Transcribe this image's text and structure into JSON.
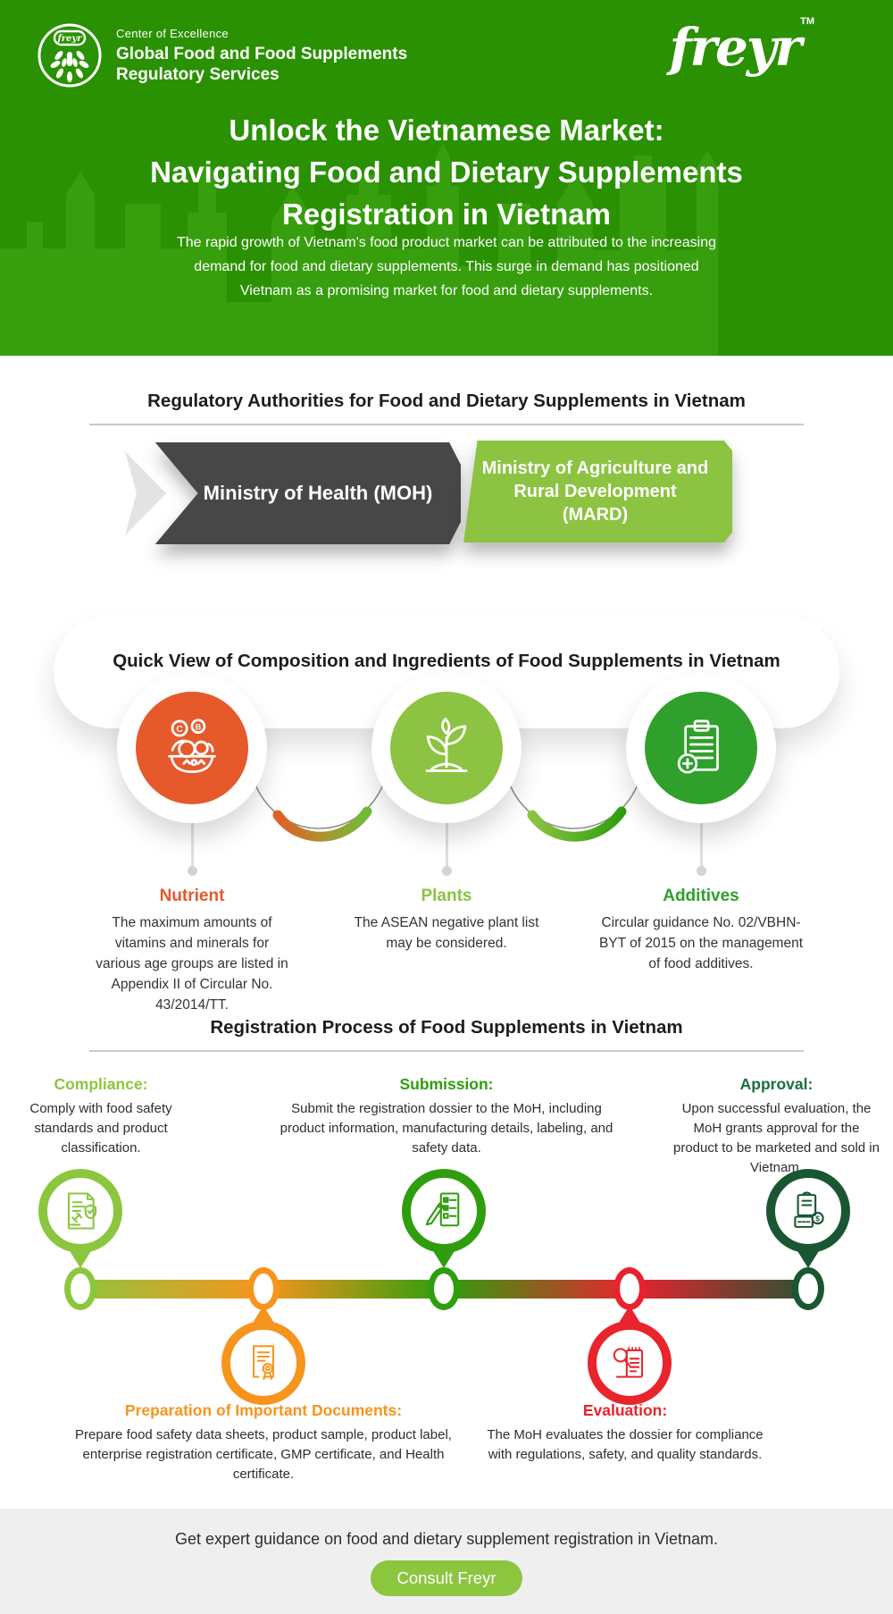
{
  "header": {
    "coe": {
      "line1": "Center of Excellence",
      "line2": "Global Food and Food Supplements",
      "line3": "Regulatory Services"
    },
    "brand": "freyr",
    "brand_tm": "TM",
    "title_line1": "Unlock the Vietnamese Market:",
    "title_line2": "Navigating Food and Dietary Supplements",
    "title_line3": "Registration in Vietnam",
    "intro": "The rapid growth of Vietnam's food product market can be attributed to the increasing demand for food and dietary supplements. This surge in demand has positioned Vietnam as a promising market for food and dietary supplements.",
    "background_color": "#2a9103"
  },
  "authorities": {
    "heading": "Regulatory Authorities for Food and Dietary Supplements in Vietnam",
    "moh": {
      "label": "Ministry of Health (MOH)",
      "color": "#474747"
    },
    "mard": {
      "label": "Ministry of Agriculture and\nRural Development\n(MARD)",
      "color": "#8cc340"
    }
  },
  "composition": {
    "heading": "Quick View of Composition and Ingredients of Food Supplements in Vietnam",
    "items": [
      {
        "title": "Nutrient",
        "description": "The maximum amounts of vitamins and minerals for various age groups are listed in Appendix II of Circular No. 43/2014/TT.",
        "color": "#e6592b",
        "icon": "fruit-bowl-icon"
      },
      {
        "title": "Plants",
        "description": "The ASEAN negative plant list may be considered.",
        "color": "#8cc342",
        "icon": "plant-sprout-icon"
      },
      {
        "title": "Additives",
        "description": "Circular guidance No. 02/VBHN-BYT of 2015 on the management of food additives.",
        "color": "#2fa02b",
        "icon": "additives-clipboard-icon"
      }
    ]
  },
  "process": {
    "heading": "Registration Process of Food Supplements in Vietnam",
    "steps": [
      {
        "title": "Compliance:",
        "description": "Comply with food safety standards and product classification.",
        "color": "#8cc63f",
        "position": "top",
        "icon": "compliance-document-icon"
      },
      {
        "title": "Preparation of Important Documents:",
        "description": "Prepare food safety data sheets, product sample, product label, enterprise registration certificate, GMP certificate, and Health certificate.",
        "color": "#f7941d",
        "position": "bottom",
        "icon": "certificate-icon"
      },
      {
        "title": "Submission:",
        "description": "Submit the registration dossier to the MoH, including product information, manufacturing details, labeling, and safety data.",
        "color": "#2f9e0e",
        "position": "top",
        "icon": "submission-checklist-icon"
      },
      {
        "title": "Evaluation:",
        "description": "The MoH evaluates the dossier for compliance with regulations, safety, and quality standards.",
        "color": "#e8242c",
        "position": "bottom",
        "icon": "evaluation-magnifier-icon"
      },
      {
        "title": "Approval:",
        "description": "Upon successful evaluation, the MoH grants approval for the product to be marketed and sold in Vietnam.",
        "color": "#1a5632",
        "position": "top",
        "icon": "approval-package-icon"
      }
    ],
    "timeline_colors": [
      "#8cc63f",
      "#f7941d",
      "#2f9e0e",
      "#e8232e",
      "#1a5632"
    ]
  },
  "footer": {
    "message": "Get expert guidance on food and dietary supplement registration in Vietnam.",
    "button_label": "Consult Freyr",
    "button_color": "#8cc63f"
  }
}
